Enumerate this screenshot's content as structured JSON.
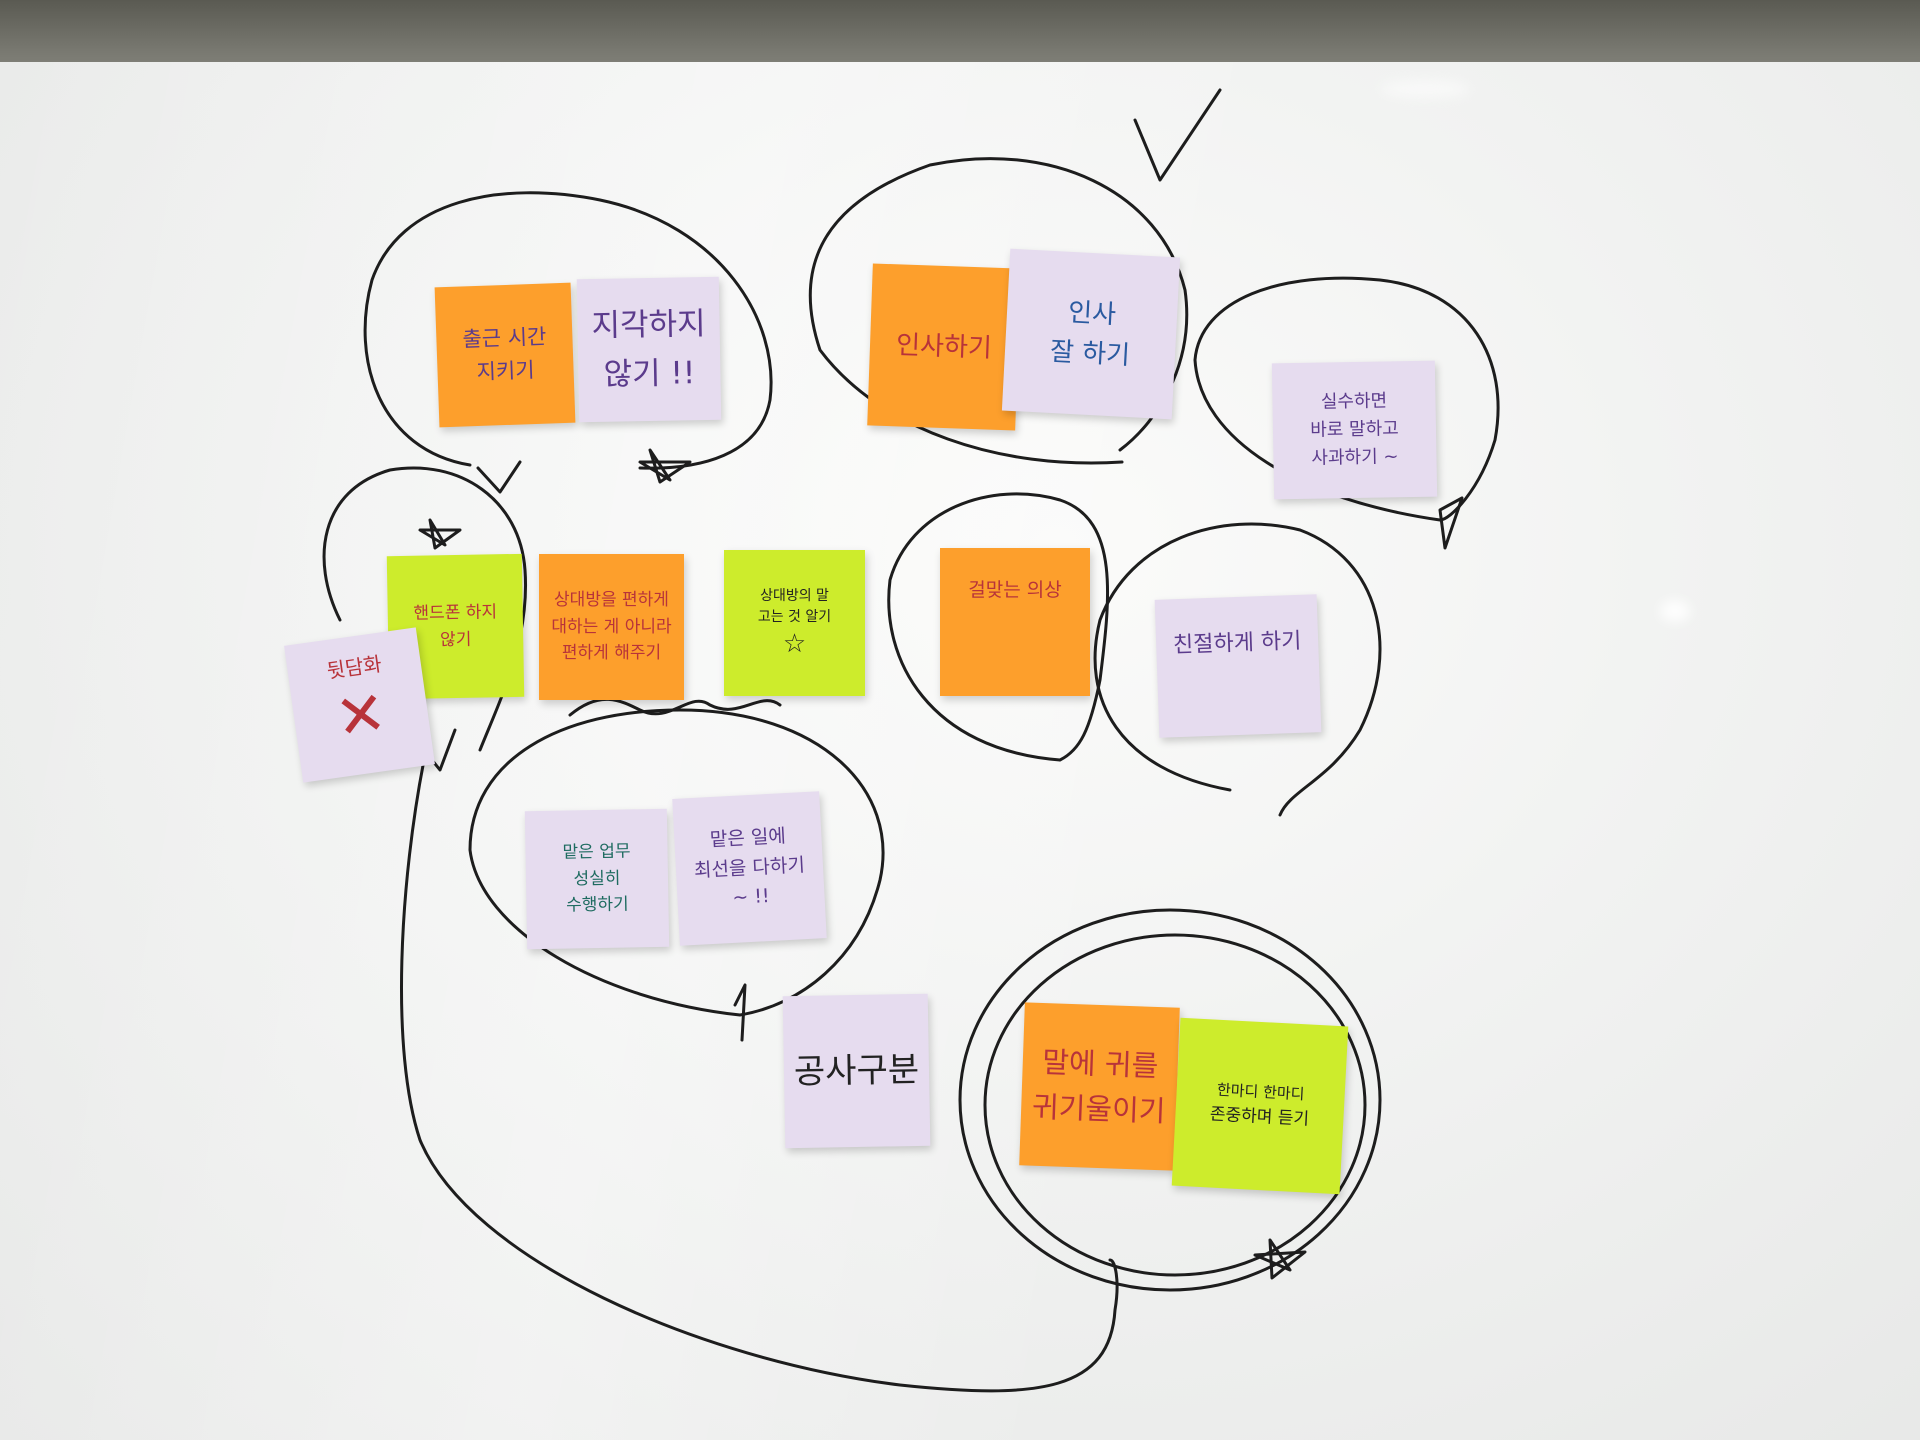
{
  "colors": {
    "orange_note": "#fd9f2c",
    "lilac_note": "#e6dcef",
    "lime_note": "#cdec2c",
    "marker": "#1d1d1d",
    "board": "#f1f2f1"
  },
  "notes": {
    "commute_time": {
      "line1": "출근 시간",
      "line2": "지키기"
    },
    "not_late": {
      "line1": "지각하지",
      "line2": "않기 !!"
    },
    "greet": {
      "line1": "인사하기"
    },
    "greet_well": {
      "line1": "인사",
      "line2": "잘 하기"
    },
    "apologize": {
      "line1": "실수하면",
      "line2": "바로 말하고",
      "line3": "사과하기 ~"
    },
    "no_phone": {
      "line1": "핸드폰 하지",
      "line2": "않기"
    },
    "comfortable": {
      "line1": "상대방을 편하게",
      "line2": "대하는 게 아니라",
      "line3": "편하게 해주기"
    },
    "listen_other": {
      "line1": "상대방의 말",
      "line2": "고는 것 알기"
    },
    "backbite": {
      "line1": "뒷담화"
    },
    "attire": {
      "line1": "걸맞는 의상"
    },
    "kindness": {
      "line1": "친절하게 하기"
    },
    "duties": {
      "line1": "맡은 업무",
      "line2": "성실히",
      "line3": "수행하기"
    },
    "best_effort": {
      "line1": "맡은 일에",
      "line2": "최선을 다하기",
      "line3": "~ !!"
    },
    "public_private": {
      "line1": "공사구분"
    },
    "lend_ear": {
      "line1": "말에 귀를",
      "line2": "귀기울이기"
    },
    "respect_listen": {
      "line1": "한마디 한마디",
      "line2": "존중하며 듣기"
    }
  }
}
